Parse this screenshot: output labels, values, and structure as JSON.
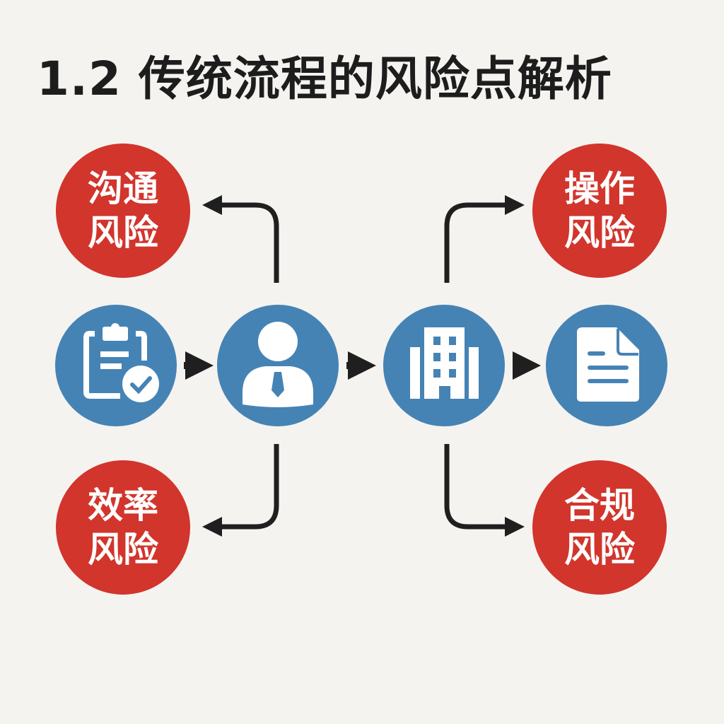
{
  "title": "1.2 传统流程的风险点解析",
  "colors": {
    "process": "#4583b5",
    "risk": "#d1352c",
    "arrow": "#1f1f1f",
    "background": "#f5f3ef"
  },
  "process_nodes": [
    {
      "icon": "clipboard-check-icon"
    },
    {
      "icon": "person-icon"
    },
    {
      "icon": "building-icon"
    },
    {
      "icon": "document-icon"
    }
  ],
  "risks": [
    {
      "line1": "沟通",
      "line2": "风险"
    },
    {
      "line1": "效率",
      "line2": "风险"
    },
    {
      "line1": "操作",
      "line2": "风险"
    },
    {
      "line1": "合规",
      "line2": "风险"
    }
  ]
}
